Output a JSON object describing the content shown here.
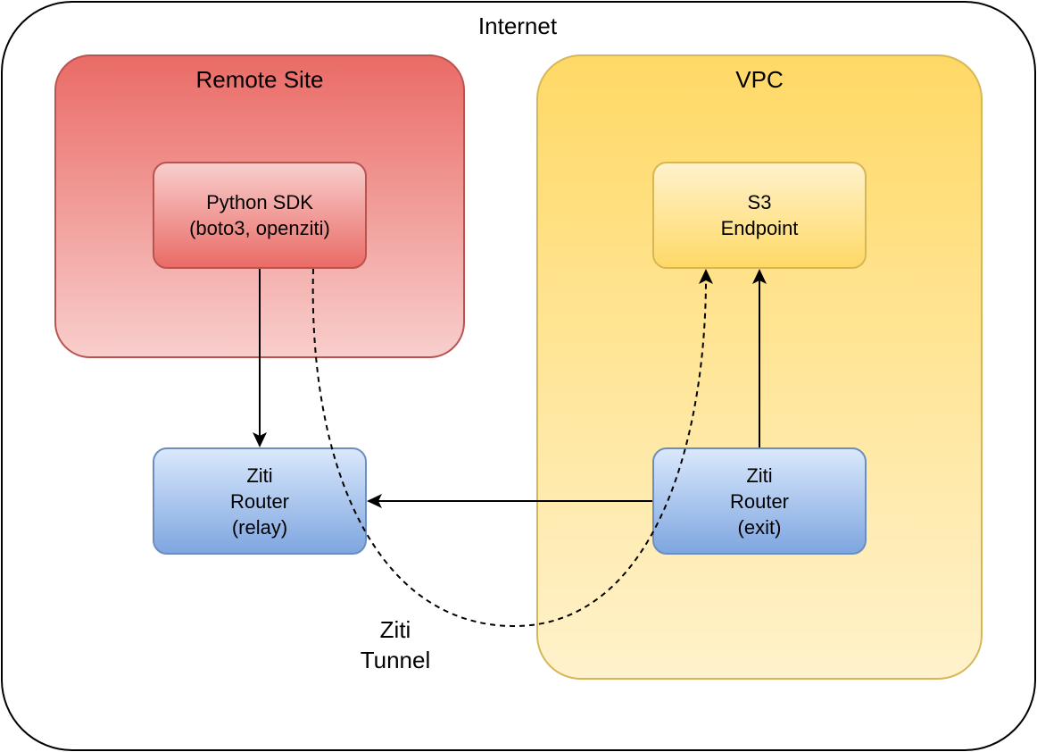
{
  "groups": {
    "internet": "Internet",
    "remote_site": "Remote Site",
    "vpc": "VPC"
  },
  "nodes": {
    "python_sdk": [
      "Python SDK",
      "(boto3, openziti)"
    ],
    "s3_endpoint": [
      "S3",
      "Endpoint"
    ],
    "router_relay": [
      "Ziti",
      "Router",
      "(relay)"
    ],
    "router_exit": [
      "Ziti",
      "Router",
      "(exit)"
    ]
  },
  "edges": {
    "tunnel_label": [
      "Ziti",
      "Tunnel"
    ]
  },
  "colors": {
    "remote_fill_top": "#ea6b66",
    "remote_fill_bottom": "#f8cecc",
    "remote_stroke": "#b85450",
    "vpc_fill_top": "#ffd966",
    "vpc_fill_bottom": "#fff2cc",
    "vpc_stroke": "#d6b656",
    "router_fill_top": "#dae8fc",
    "router_fill_bottom": "#7ea6e0",
    "router_stroke": "#6c8ebf"
  }
}
